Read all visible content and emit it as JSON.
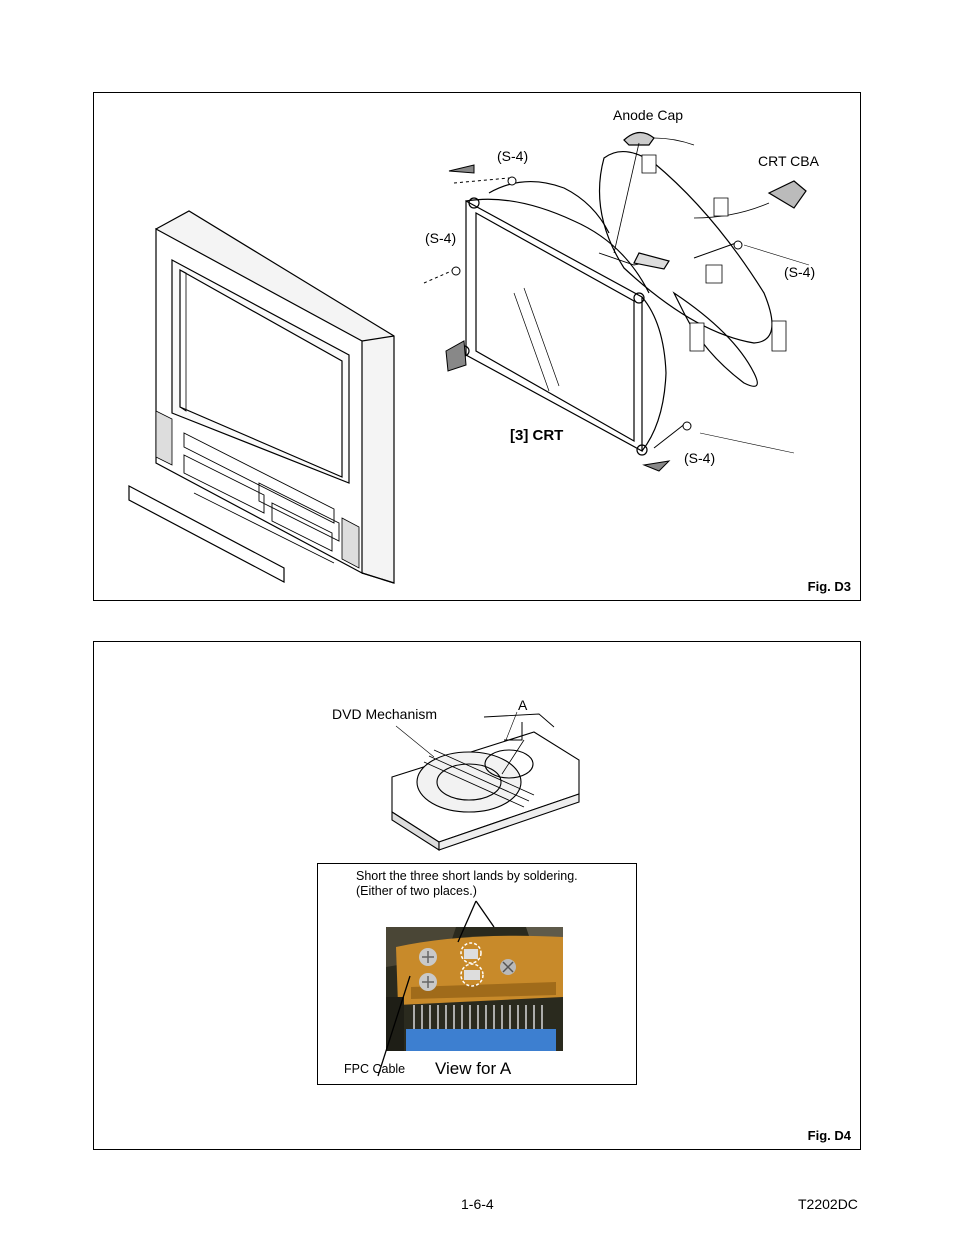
{
  "fig_d3": {
    "label": "Fig. D3",
    "callouts": {
      "anode_cap": "Anode Cap",
      "crt_cba": "CRT CBA",
      "screw_top": "(S-4)",
      "screw_left": "(S-4)",
      "screw_right": "(S-4)",
      "screw_bottom": "(S-4)",
      "crt_part": "[3] CRT"
    }
  },
  "fig_d4": {
    "label": "Fig. D4",
    "callouts": {
      "dvd_mechanism": "DVD Mechanism",
      "view_point": "A"
    },
    "detail_view": {
      "instruction_line1": "Short the three short lands by soldering.",
      "instruction_line2": "(Either of two places.)",
      "fpc_cable": "FPC Cable",
      "title": "View for A"
    }
  },
  "footer": {
    "page_number": "1-6-4",
    "doc_code": "T2202DC"
  }
}
